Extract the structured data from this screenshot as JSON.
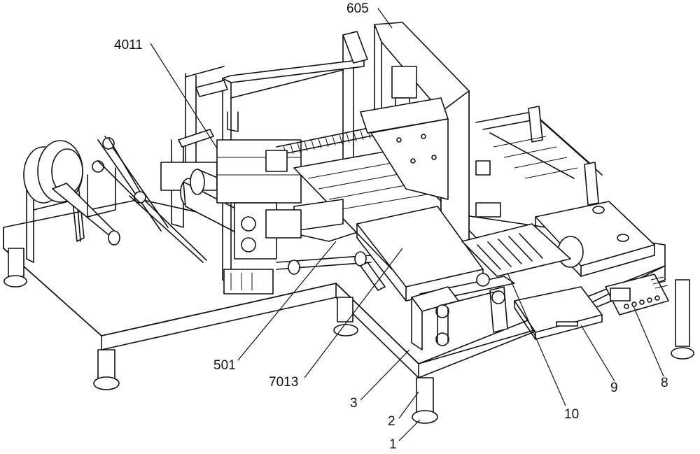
{
  "labels": {
    "l605": "605",
    "l4011": "4011",
    "l501": "501",
    "l7013": "7013",
    "l3": "3",
    "l2": "2",
    "l1": "1",
    "l10": "10",
    "l9": "9",
    "l8": "8"
  }
}
